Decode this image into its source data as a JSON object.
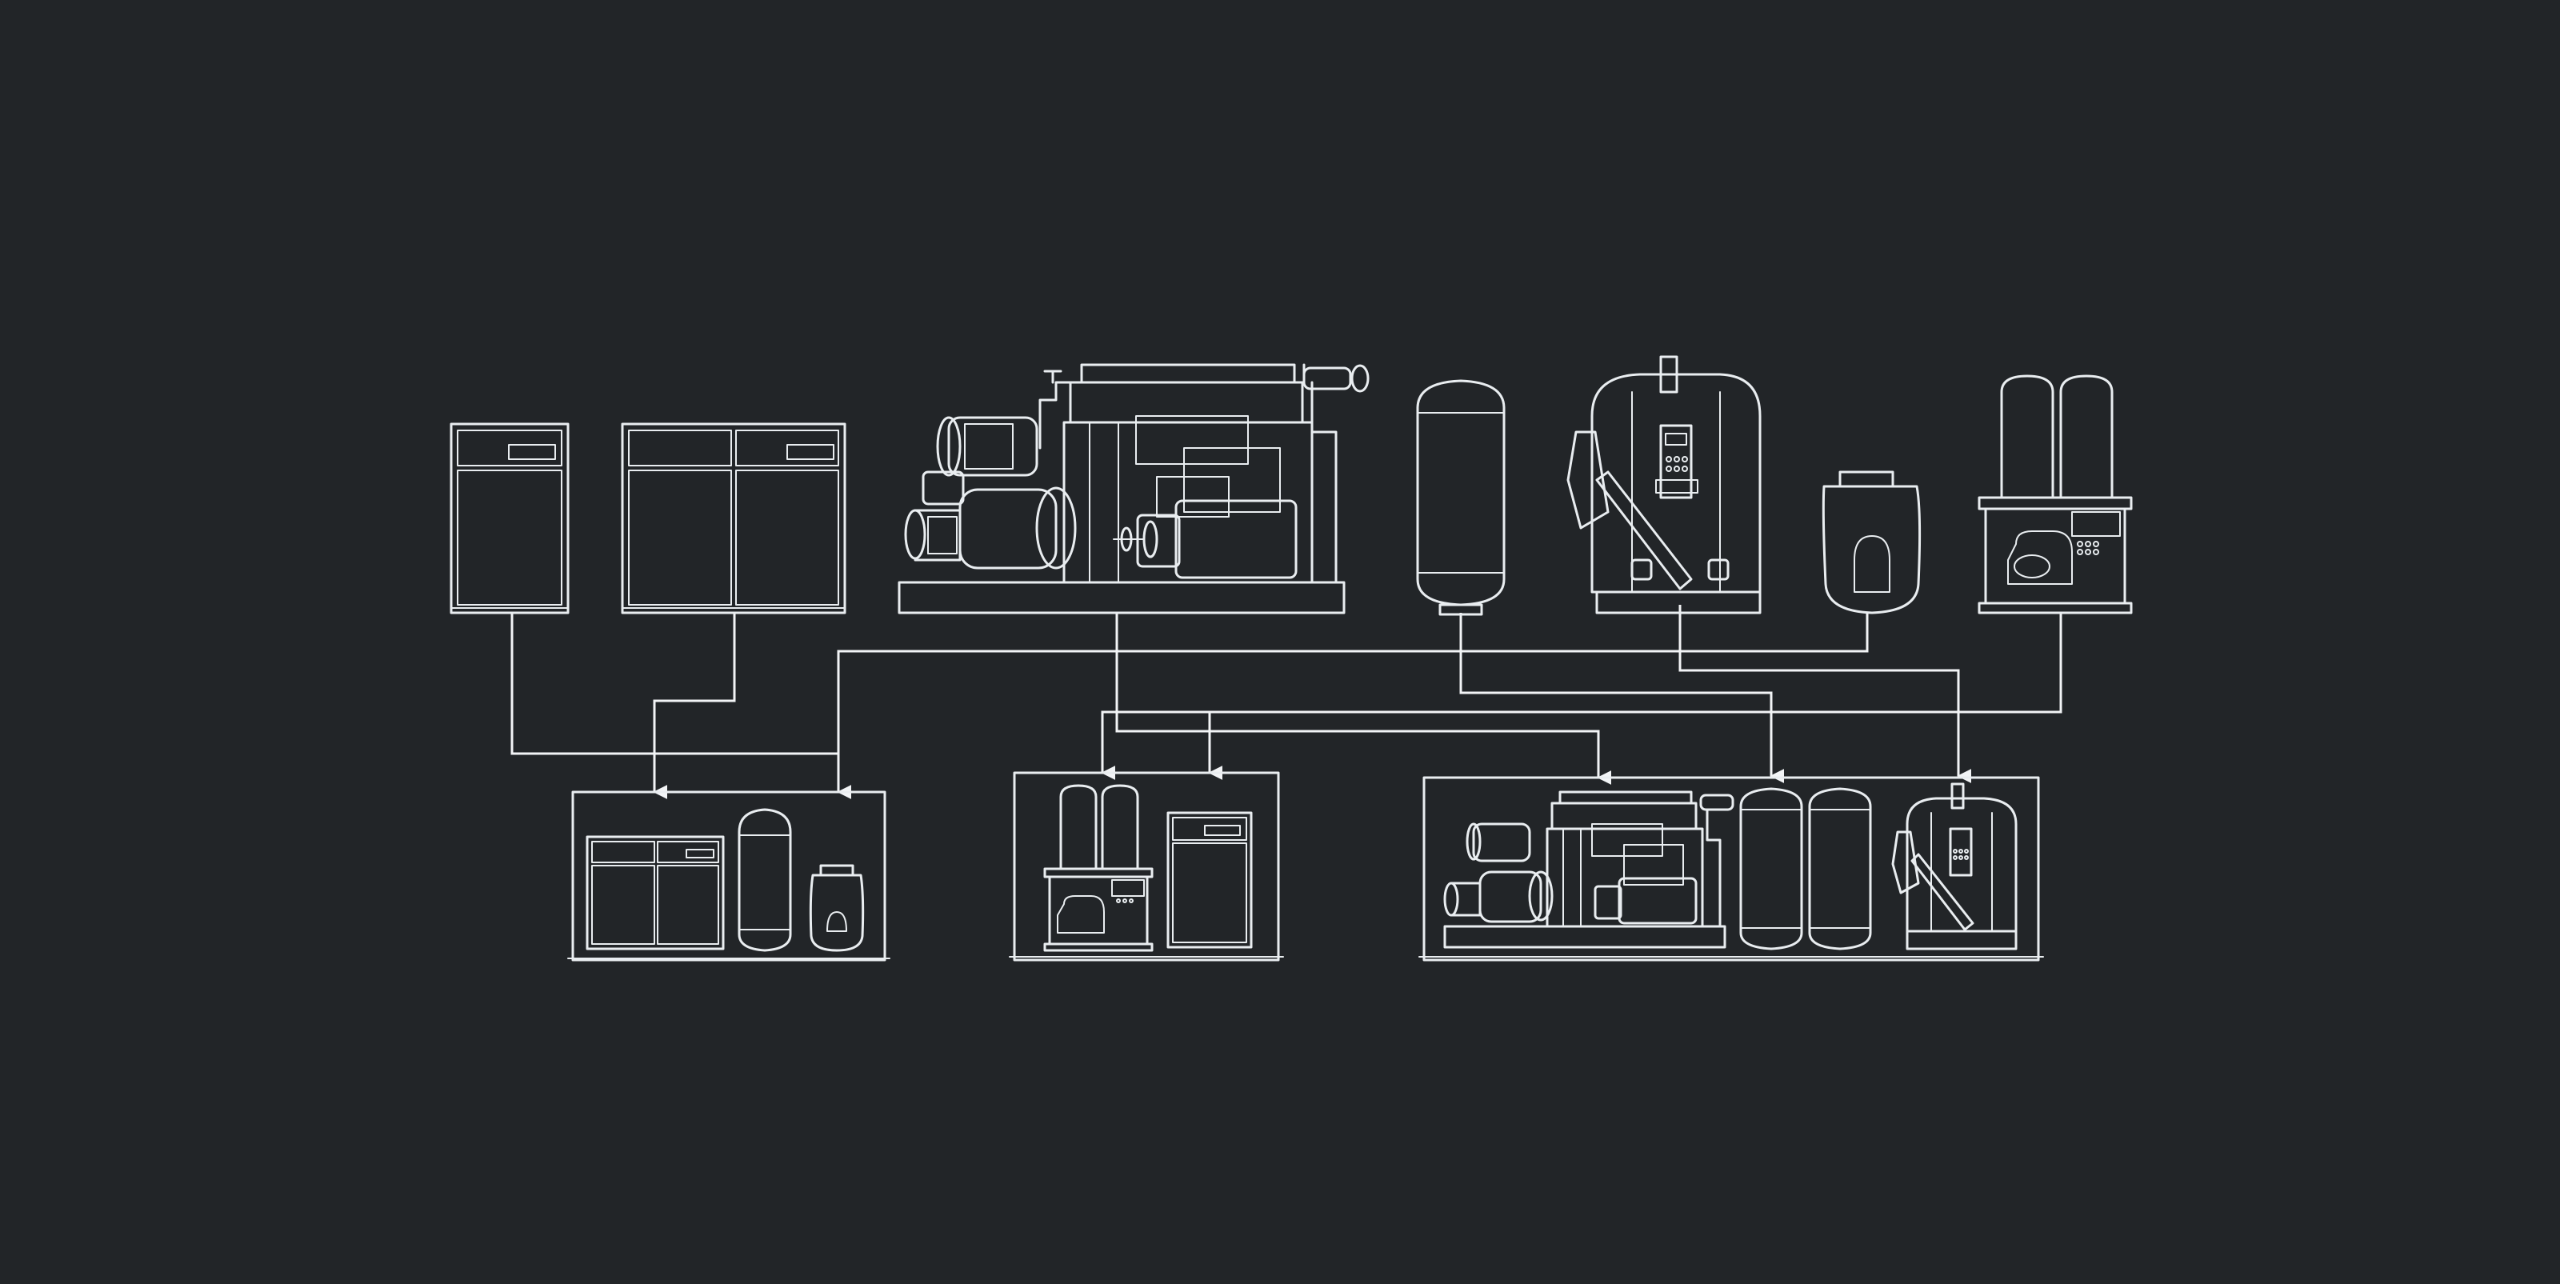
{
  "diagram": {
    "background": "#222528",
    "line_color": "#e9edf0",
    "equipment_top_row": [
      {
        "id": "compressor-single",
        "icon": "compressor-cabinet-icon"
      },
      {
        "id": "compressor-double",
        "icon": "compressor-cabinet-double-icon"
      },
      {
        "id": "engine-compressor",
        "icon": "engine-driven-compressor-icon"
      },
      {
        "id": "receiver-tank",
        "icon": "air-receiver-tank-icon"
      },
      {
        "id": "desiccant-dryer",
        "icon": "twin-tower-dryer-icon"
      },
      {
        "id": "filter-bottle",
        "icon": "filter-canister-icon"
      },
      {
        "id": "nitrogen-generator",
        "icon": "twin-vessel-generator-icon"
      }
    ],
    "packages_bottom_row": [
      {
        "id": "package-left",
        "icon": "packaged-compressor-set-icon"
      },
      {
        "id": "package-middle",
        "icon": "packaged-generator-set-icon"
      },
      {
        "id": "package-right",
        "icon": "packaged-engine-plant-icon"
      }
    ]
  }
}
